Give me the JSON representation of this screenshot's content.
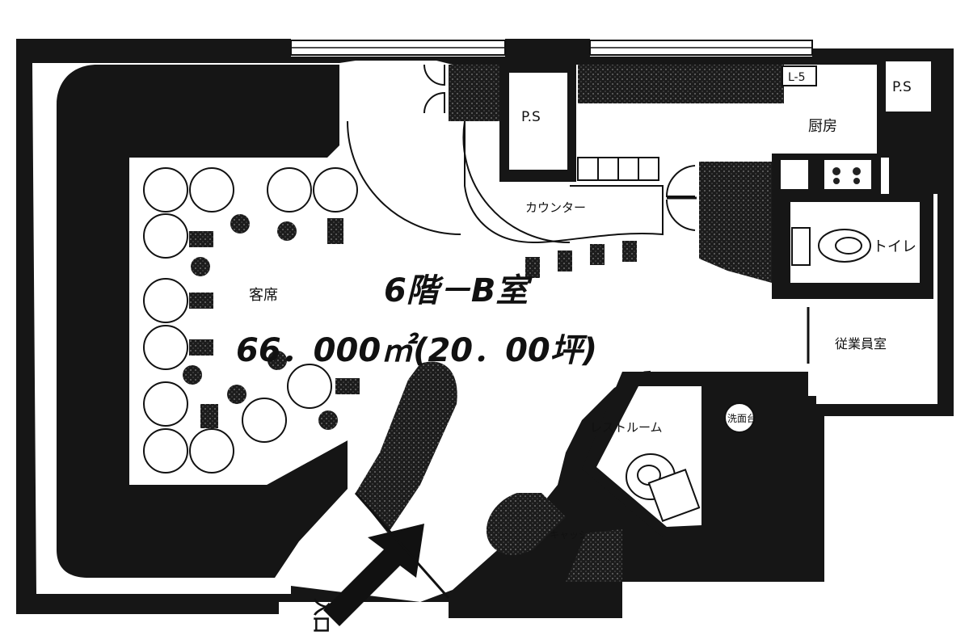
{
  "plan": {
    "room_title": "6階－B室",
    "area": "66．000㎡(20．00坪)",
    "labels": {
      "ps_left": "P.S",
      "ps_right": "P.S",
      "elevator_tag": "L-5",
      "kitchen": "厨房",
      "counter": "カウンター",
      "toilet": "トイレ",
      "guest_seating": "客席",
      "staff_room": "従業員室",
      "restroom": "レストルーム",
      "washbasin": "洗面台",
      "cashier": "キャッシャー",
      "entrance": "入口"
    }
  },
  "colors": {
    "wall": "#161616",
    "floor": "#ffffff",
    "hatch": "#2b2b2b"
  }
}
